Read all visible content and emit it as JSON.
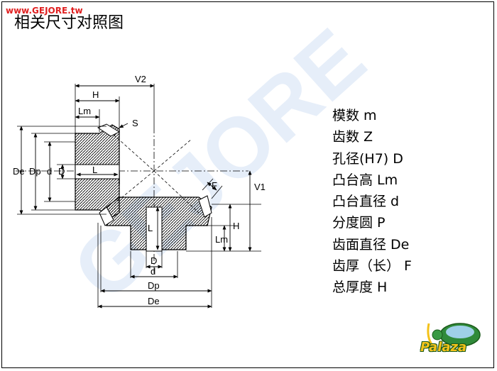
{
  "header": {
    "site": "www.GEJORE.tw",
    "title": "相关尺寸对照图"
  },
  "watermark": {
    "text": "GEJORE",
    "color": "#e6eef9"
  },
  "legend": [
    "模数 m",
    "齿数 Z",
    "孔径(H7) D",
    "凸台高 Lm",
    "凸台直径 d",
    "分度圆 P",
    "齿面直径 De",
    "齿厚（长） F",
    "总厚度 H"
  ],
  "diagram": {
    "labels": {
      "v2": "V2",
      "h_top": "H",
      "lm_top": "Lm",
      "s": "S",
      "de_left": "De",
      "dp_left": "Dp",
      "d_small_left": "d",
      "d_bore_left": "D",
      "l_upper": "L",
      "f": "F",
      "v1": "V1",
      "h_right": "H",
      "l_lower": "L",
      "lm_right": "Lm",
      "d_bore_bottom": "D",
      "d_small_bottom": "d",
      "dp_bottom": "Dp",
      "de_bottom": "De"
    }
  },
  "logo": {
    "text": "Palaza",
    "text_color": "#f4c21a",
    "outline_color": "#1a5a1a"
  }
}
